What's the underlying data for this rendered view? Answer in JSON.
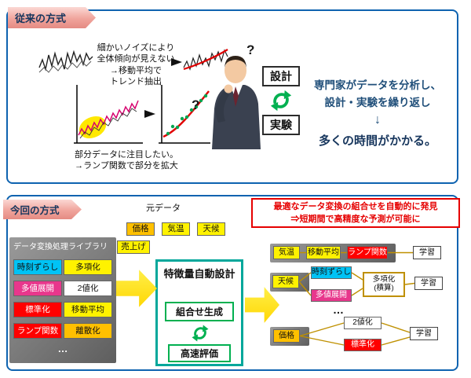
{
  "palette": {
    "panel_border_blue": "#0E63B0",
    "banner_pink": "#E9918A",
    "title_navy": "#17365D",
    "summary_blue": "#1F4E79",
    "accent_red": "#E60000",
    "item_cyan": "#00C3F5",
    "item_yellow": "#FFF200",
    "item_magenta": "#E8378C",
    "item_red": "#FF0000",
    "item_orange": "#FFC000",
    "cycle_green": "#00B050",
    "engine_teal": "#00A79B",
    "connector_olive": "#BF9000",
    "gray_panel": "#7F7F7F",
    "arrow_yellow": "#FFD600"
  },
  "legacy": {
    "banner": "従来の方式",
    "note_noise": "細かいノイズにより\n全体傾向が見えない\n→移動平均で\nトレンド抽出",
    "note_partial": "部分データに注目したい。\n→ランプ関数で部分を拡大",
    "question_mark": "?",
    "design_label": "設計",
    "experiment_label": "実験",
    "summary": "専門家がデータを分析し、\n設計・実験を繰り返し",
    "arrow_down": "↓",
    "conclusion": "多くの時間がかかる。"
  },
  "modern": {
    "banner": "今回の方式",
    "source_label": "元データ",
    "headline": "最適なデータ変換の組合せを自動的に発見\n⇒短期間で高精度な予測が可能に",
    "sources": [
      "価格",
      "気温",
      "天候"
    ],
    "target_label": "売上げ",
    "library": {
      "title": "データ変換処理ライブラリ",
      "items": [
        "時刻ずらし",
        "多項化",
        "多値展開",
        "2値化",
        "標準化",
        "移動平均",
        "ランプ関数",
        "離散化"
      ],
      "more": "…"
    },
    "engine": {
      "title": "特徴量自動設計",
      "generate": "組合せ生成",
      "evaluate": "高速評価"
    },
    "pipelines": {
      "row1": {
        "input": "気温",
        "step1": "移動平均",
        "step2": "ランプ関数",
        "output": "学習"
      },
      "row2": {
        "input": "天候",
        "step1": "時刻ずらし",
        "step2": "多値展開",
        "step3": "多項化\n(積算)",
        "output": "学習"
      },
      "more": "…",
      "row3": {
        "input": "価格",
        "step1": "2値化",
        "step2": "標準化",
        "output": "学習"
      }
    }
  }
}
